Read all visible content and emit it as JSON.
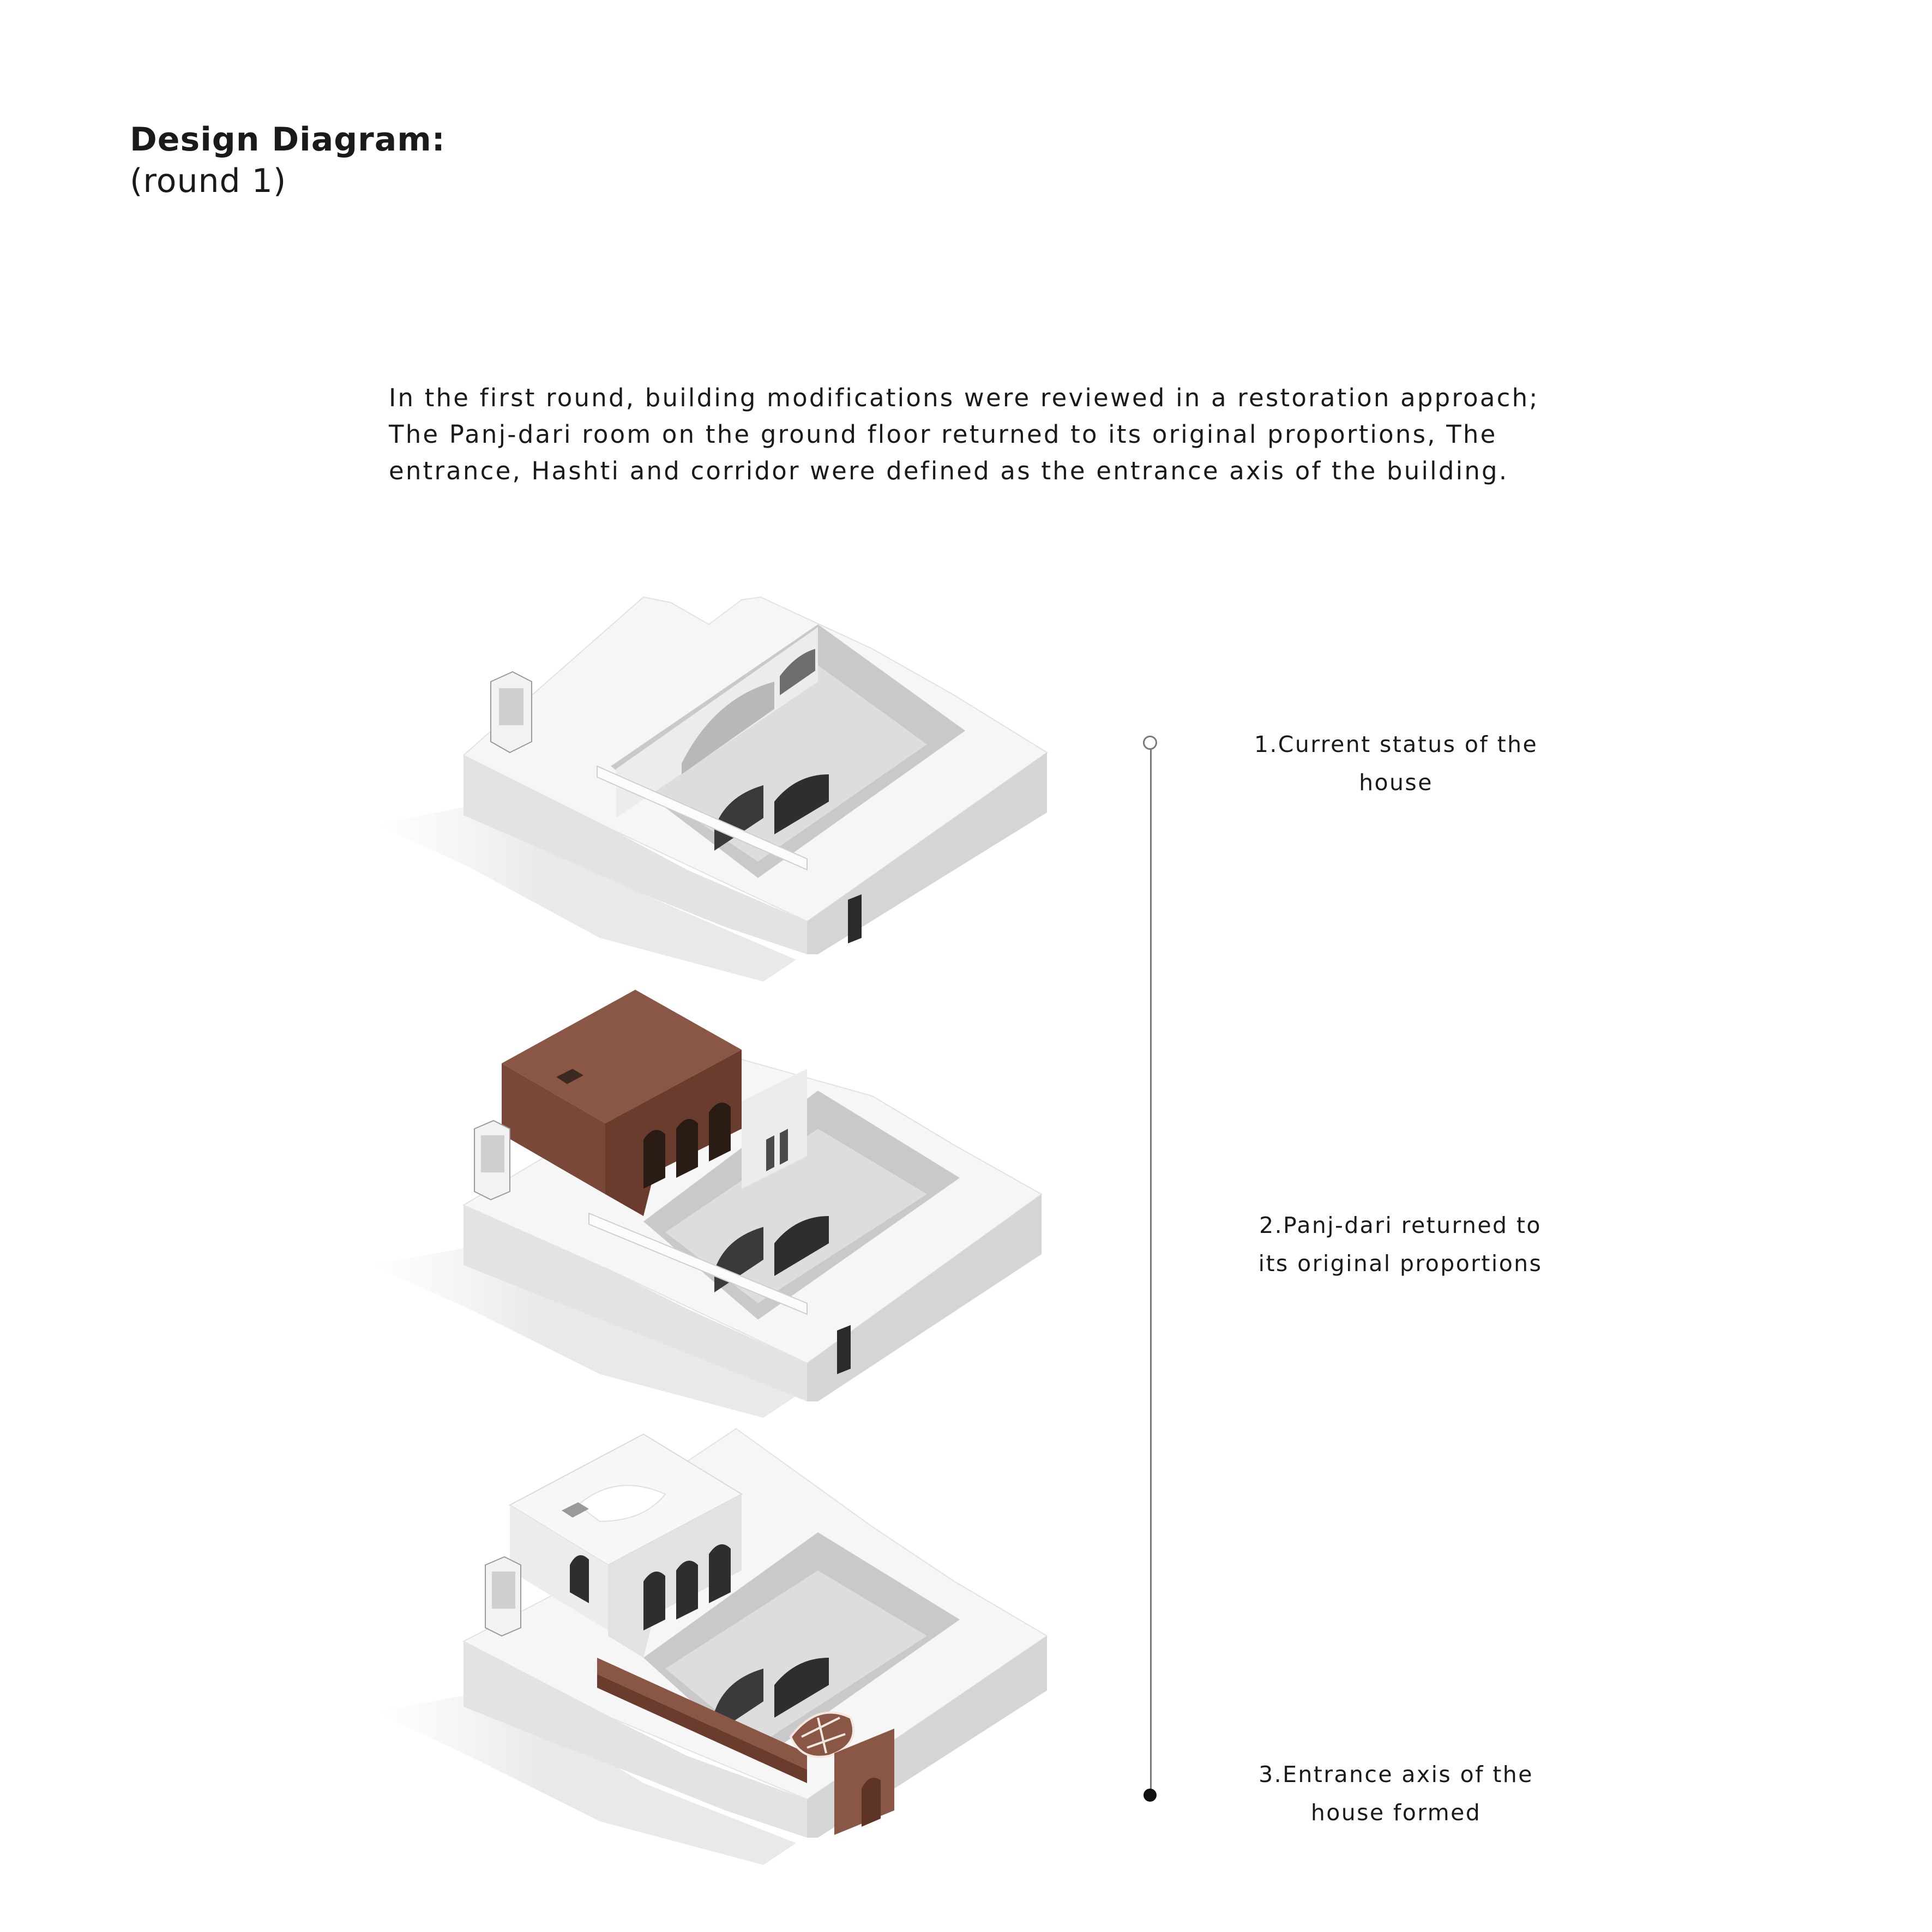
{
  "header": {
    "title": "Design Diagram:",
    "subtitle": "(round 1)"
  },
  "intro": {
    "line1": "In the first round, building modifications were reviewed in a restoration approach;",
    "line2": "The Panj-dari room on the ground floor returned to its original proportions, The",
    "line3": "entrance, Hashti and corridor were defined as the entrance axis of the building."
  },
  "steps": [
    {
      "line1": "1.Current status of the",
      "line2": "house"
    },
    {
      "line1": "2.Panj-dari returned to",
      "line2": "its original proportions"
    },
    {
      "line1": "3.Entrance axis of the",
      "line2": "house formed"
    }
  ],
  "colors": {
    "highlight": "#8a5746",
    "highlight_dark": "#5e3426",
    "model_light": "#f4f4f4",
    "model_mid": "#e4e4e4",
    "model_shade": "#cfcfcf",
    "model_dark": "#2e2e2e",
    "timeline": "#7a7a7a"
  }
}
